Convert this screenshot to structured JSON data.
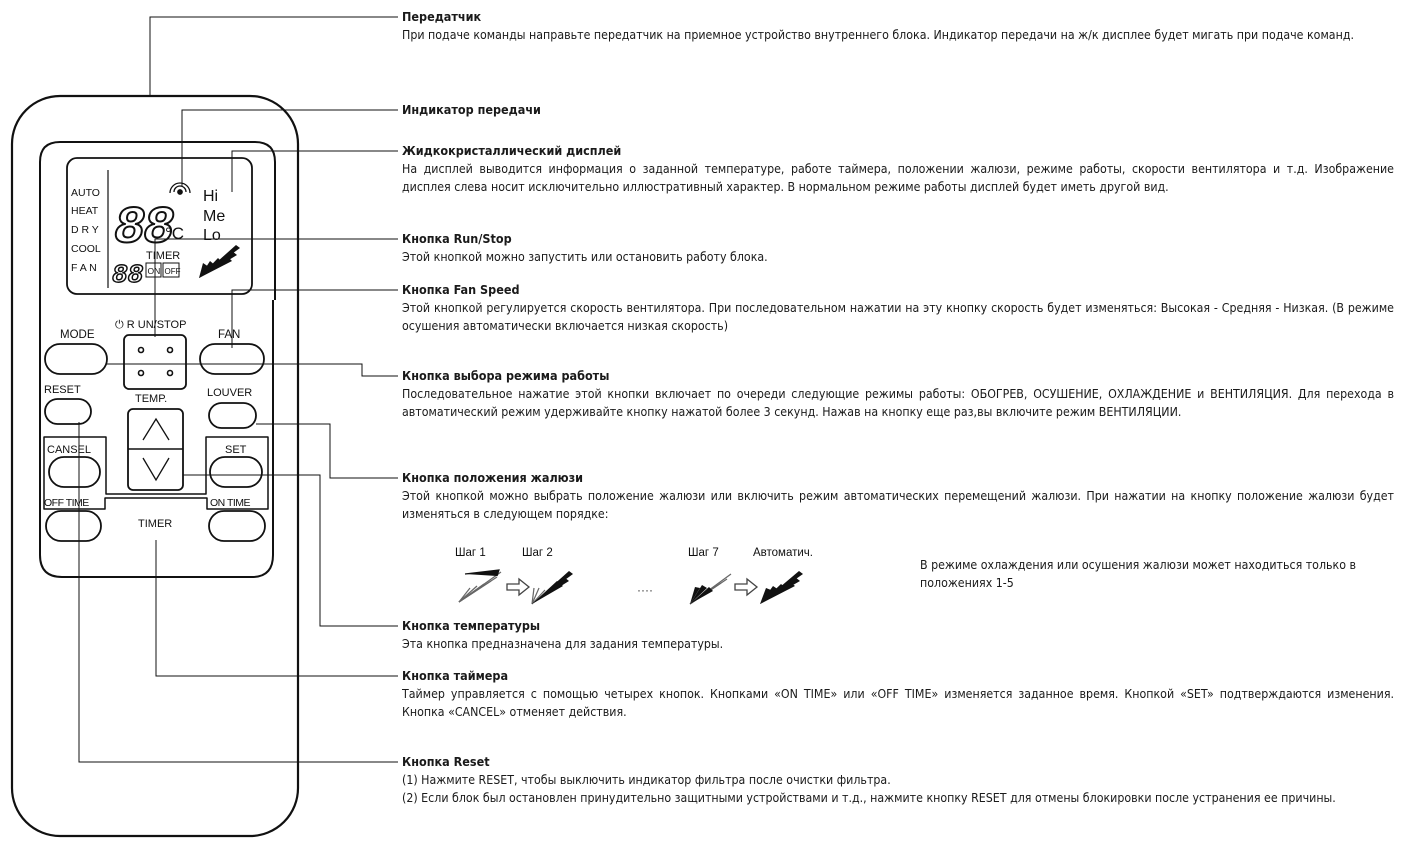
{
  "remote": {
    "display": {
      "modes": [
        "AUTO",
        "HEAT",
        "D R Y",
        "COOL",
        "F A N"
      ],
      "temp_digits": "88",
      "temp_unit": "°C",
      "timer_digits": "88",
      "timer_label": "TIMER",
      "timer_on": "ON",
      "timer_off": "OFF",
      "fan_speeds": [
        "Hi",
        "Me",
        "Lo"
      ]
    },
    "buttons": {
      "mode": "MODE",
      "run_stop": "⏻ R UN/STOP",
      "fan": "FAN",
      "reset": "RESET",
      "temp": "TEMP.",
      "louver": "LOUVER",
      "cansel": "CANSEL",
      "set": "SET",
      "off_time": "OFF TIME",
      "on_time": "ON TIME",
      "timer": "TIMER"
    }
  },
  "annotations": {
    "transmitter": {
      "title": "Передатчик",
      "text": "При подаче команды направьте передатчик на приемное устройство внутреннего блока. Индикатор передачи на ж/к дисплее будет мигать при подаче команд."
    },
    "tx_indicator": {
      "title": "Индикатор передачи"
    },
    "lcd": {
      "title": "Жидкокристаллический дисплей",
      "text": "На дисплей выводится информация о заданной температуре, работе таймера, положении жалюзи, режиме работы, скорости вентилятора и т.д. Изображение дисплея слева носит исключительно иллюстративный характер. В нормальном режиме работы дисплей будет иметь другой вид."
    },
    "run_stop": {
      "title": "Кнопка Run/Stop",
      "text": "Этой кнопкой можно запустить или остановить работу блока."
    },
    "fan_speed": {
      "title": "Кнопка Fan Speed",
      "text": "Этой кнопкой регулируется скорость вентилятора. При последовательном нажатии на эту кнопку скорость будет изменяться: Высокая - Средняя - Низкая. (В режиме осушения автоматически включается низкая скорость)"
    },
    "mode": {
      "title": "Кнопка выбора режима работы",
      "text": "Последовательное нажатие этой кнопки включает по очереди следующие режимы работы: ОБОГРЕВ, ОСУШЕНИЕ, ОХЛАЖДЕНИЕ и ВЕНТИЛЯЦИЯ. Для перехода в автоматический режим удерживайте кнопку нажатой более 3 секунд. Нажав на кнопку еще раз,вы включите режим ВЕНТИЛЯЦИИ."
    },
    "louver": {
      "title": "Кнопка положения жалюзи",
      "text": "Этой кнопкой можно выбрать положение жалюзи или включить режим автоматических перемещений жалюзи. При нажатии на кнопку положение жалюзи будет изменяться в следующем порядке:",
      "steps": [
        "Шаг 1",
        "Шаг 2",
        "Шаг 7",
        "Автоматич."
      ],
      "ellipsis": "····",
      "note": "В режиме охлаждения или осушения жалюзи может находиться только в положениях 1-5"
    },
    "temp": {
      "title": "Кнопка температуры",
      "text": "Эта кнопка предназначена для задания температуры."
    },
    "timer": {
      "title": "Кнопка таймера",
      "text": "Таймер управляется с помощью четырех кнопок. Кнопками «ON TIME» или «OFF TIME» изменяется заданное время. Кнопкой «SET» подтверждаются изменения. Кнопка «CANCEL» отменяет действия."
    },
    "reset": {
      "title": "Кнопка Reset",
      "lines": [
        "(1) Нажмите RESET, чтобы выключить индикатор фильтра после очистки фильтра.",
        "(2) Если блок был остановлен принудительно защитными устройствами и т.д., нажмите кнопку RESET для отмены блокировки после устранения ее причины."
      ]
    }
  }
}
